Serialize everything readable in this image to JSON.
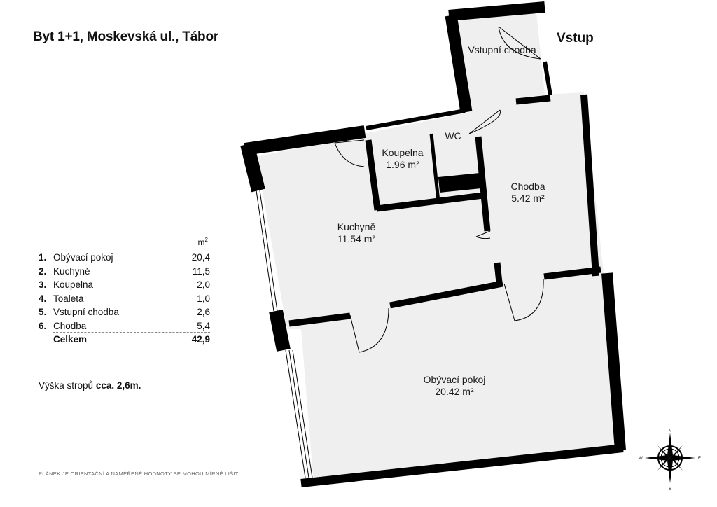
{
  "title": "Byt 1+1, Moskevská ul., Tábor",
  "entry_label": "Vstup",
  "rooms": {
    "vstupni_chodba": {
      "name": "Vstupní chodba"
    },
    "wc": {
      "name": "WC"
    },
    "koupelna": {
      "name": "Koupelna",
      "area": "1.96 m²"
    },
    "chodba": {
      "name": "Chodba",
      "area": "5.42 m²"
    },
    "kuchyne": {
      "name": "Kuchyně",
      "area": "11.54 m²"
    },
    "obyvaci_pokoj": {
      "name": "Obývací pokoj",
      "area": "20.42 m²"
    }
  },
  "legend": {
    "unit": "m",
    "unit_exp": "2",
    "rows": [
      {
        "num": "1.",
        "name": "Obývací pokoj",
        "value": "20,4"
      },
      {
        "num": "2.",
        "name": "Kuchyně",
        "value": "11,5"
      },
      {
        "num": "3.",
        "name": "Koupelna",
        "value": "2,0"
      },
      {
        "num": "4.",
        "name": "Toaleta",
        "value": "1,0"
      },
      {
        "num": "5.",
        "name": "Vstupní chodba",
        "value": "2,6"
      },
      {
        "num": "6.",
        "name": "Chodba",
        "value": "5,4"
      }
    ],
    "total": {
      "name": "Celkem",
      "value": "42,9"
    }
  },
  "ceiling": {
    "label": "Výška stropů",
    "value": "cca. 2,6m."
  },
  "disclaimer": "PLÁNEK JE ORIENTAČNÍ A NAMĚŘENÉ HODNOTY SE MOHOU MÍRNĚ LIŠIT!",
  "compass": {
    "n": "N",
    "s": "S",
    "e": "E",
    "w": "W"
  },
  "colors": {
    "wall": "#000000",
    "floor": "#efefef",
    "text": "#111111",
    "divider": "#888888"
  }
}
